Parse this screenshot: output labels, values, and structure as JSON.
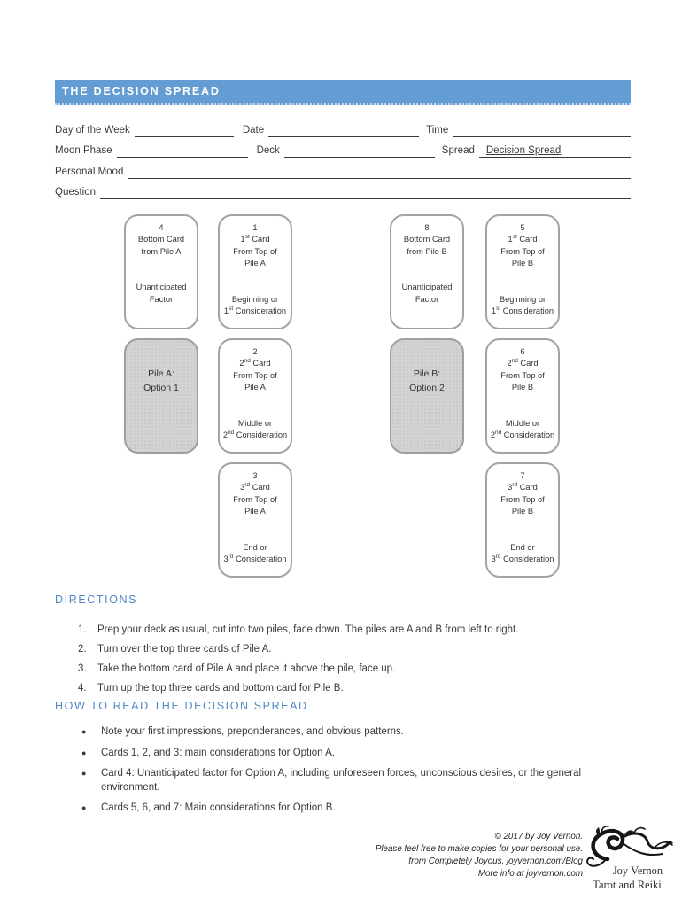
{
  "title_bar": {
    "label": "THE DECISION SPREAD",
    "bg_color": "#639dd3",
    "text_color": "#ffffff"
  },
  "form": {
    "day_label": "Day of the Week",
    "date_label": "Date",
    "time_label": "Time",
    "moon_label": "Moon Phase",
    "deck_label": "Deck",
    "spread_label": "Spread",
    "spread_value": "Decision Spread",
    "mood_label": "Personal Mood",
    "question_label": "Question"
  },
  "spread": {
    "cards": [
      {
        "name": "card-4",
        "type": "card",
        "row": 1,
        "col": 1,
        "lines": [
          "4",
          "Bottom Card",
          "from Pile A",
          "",
          "Unanticipated",
          "Factor"
        ]
      },
      {
        "name": "card-1",
        "type": "card",
        "row": 1,
        "col": 2,
        "lines": [
          "1",
          "1st Card",
          "From Top of",
          "Pile A",
          "",
          "Beginning or",
          "1st Consideration"
        ]
      },
      {
        "name": "card-8",
        "type": "card",
        "row": 1,
        "col": 3,
        "lines": [
          "8",
          "Bottom Card",
          "from Pile B",
          "",
          "Unanticipated",
          "Factor"
        ]
      },
      {
        "name": "card-5",
        "type": "card",
        "row": 1,
        "col": 4,
        "lines": [
          "5",
          "1st Card",
          "From Top of",
          "Pile B",
          "",
          "Beginning or",
          "1st Consideration"
        ]
      },
      {
        "name": "pile-a",
        "type": "pile",
        "row": 2,
        "col": 1,
        "lines": [
          "Pile A:",
          "Option 1"
        ]
      },
      {
        "name": "card-2",
        "type": "card",
        "row": 2,
        "col": 2,
        "lines": [
          "2",
          "2nd Card",
          "From Top of",
          "Pile A",
          "",
          "Middle or",
          "2nd Consideration"
        ]
      },
      {
        "name": "pile-b",
        "type": "pile",
        "row": 2,
        "col": 3,
        "lines": [
          "Pile B:",
          "Option 2"
        ]
      },
      {
        "name": "card-6",
        "type": "card",
        "row": 2,
        "col": 4,
        "lines": [
          "6",
          "2nd Card",
          "From Top of",
          "Pile B",
          "",
          "Middle or",
          "2nd Consideration"
        ]
      },
      {
        "name": "card-3",
        "type": "card",
        "row": 3,
        "col": 2,
        "lines": [
          "3",
          "3rd Card",
          "From Top of",
          "Pile A",
          "",
          "End or",
          "3rd Consideration"
        ]
      },
      {
        "name": "card-7",
        "type": "card",
        "row": 3,
        "col": 4,
        "lines": [
          "7",
          "3rd Card",
          "From Top of",
          "Pile B",
          "",
          "End or",
          "3rd Consideration"
        ]
      }
    ]
  },
  "directions": {
    "heading": "DIRECTIONS",
    "items": [
      "Prep your deck as usual, cut into two piles, face down. The piles are A and B from left to right.",
      "Turn over the top three cards of Pile A.",
      "Take the bottom card of Pile A and place it above the pile, face up.",
      "Turn up the top three cards and bottom card for Pile B."
    ]
  },
  "how_to": {
    "heading": "HOW TO READ THE DECISION SPREAD",
    "bullet_glyph": "●",
    "items": [
      "Note your first impressions, preponderances, and obvious patterns.",
      "Cards 1, 2, and 3: main considerations for Option A.",
      "Card 4: Unanticipated factor for Option A, including unforeseen forces, unconscious desires, or the general environment.",
      "Cards 5, 6, and 7: Main considerations for Option B."
    ]
  },
  "footer": {
    "lines": [
      "© 2017 by Joy Vernon.",
      "Please feel free to make copies for your personal use.",
      "from Completely Joyous, joyvernon.com/Blog",
      "More info at joyvernon.com"
    ],
    "logo": {
      "line1": "Joy Vernon",
      "line2": "Tarot and Reiki"
    }
  },
  "colors": {
    "accent_blue": "#639dd3",
    "heading_blue": "#4e88c6",
    "card_border": "#a3a3a3",
    "pile_fill": "#d3d3d3",
    "text": "#3a3a3a"
  }
}
